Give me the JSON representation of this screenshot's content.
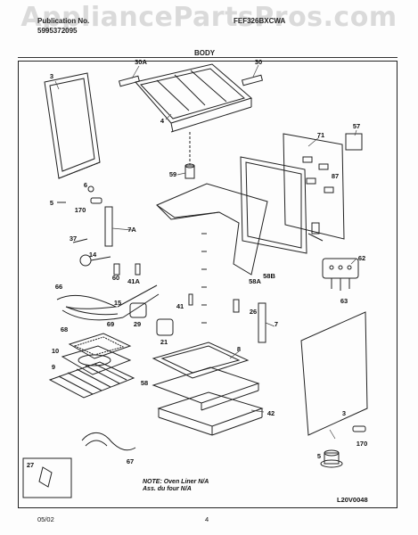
{
  "watermark": "AppliancePartsPros.com",
  "header": {
    "left_line1": "Publication No.",
    "left_line2": "5995372095",
    "right_line1": "FEF326BXCWA",
    "section": "BODY"
  },
  "callouts": [
    "3",
    "30A",
    "30",
    "4",
    "71",
    "57",
    "59",
    "6",
    "5",
    "170",
    "7A",
    "37",
    "14",
    "60",
    "41A",
    "66",
    "15",
    "69",
    "29",
    "21",
    "41",
    "26",
    "7",
    "58A",
    "58B",
    "62",
    "63",
    "68",
    "10",
    "9",
    "8",
    "58",
    "42",
    "3",
    "5",
    "170",
    "67",
    "27",
    "87"
  ],
  "note": {
    "line1": "NOTE: Oven Liner N/A",
    "line2": "Ass. du four N/A"
  },
  "figure_code": "L20V0048",
  "footer": {
    "date": "05/02",
    "page": "4"
  }
}
